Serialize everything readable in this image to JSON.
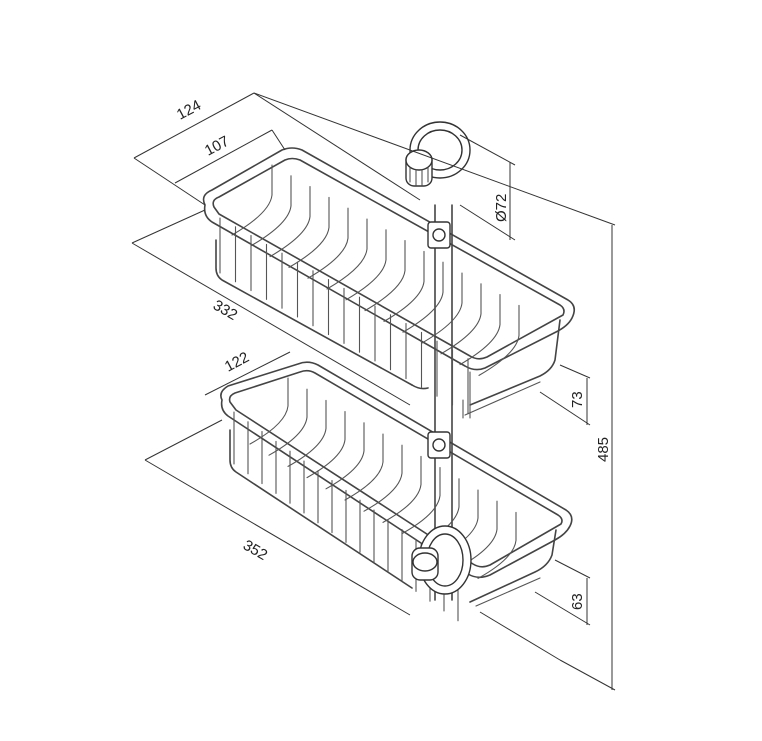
{
  "dimensions": {
    "top_depth_outer": "124",
    "top_depth_inner": "107",
    "top_length": "332",
    "lower_depth": "122",
    "lower_length": "352",
    "suction_cup_diameter": "Ø72",
    "top_basket_height": "73",
    "lower_basket_height": "63",
    "total_height": "485"
  },
  "colors": {
    "line": "#333333",
    "background": "#ffffff"
  }
}
